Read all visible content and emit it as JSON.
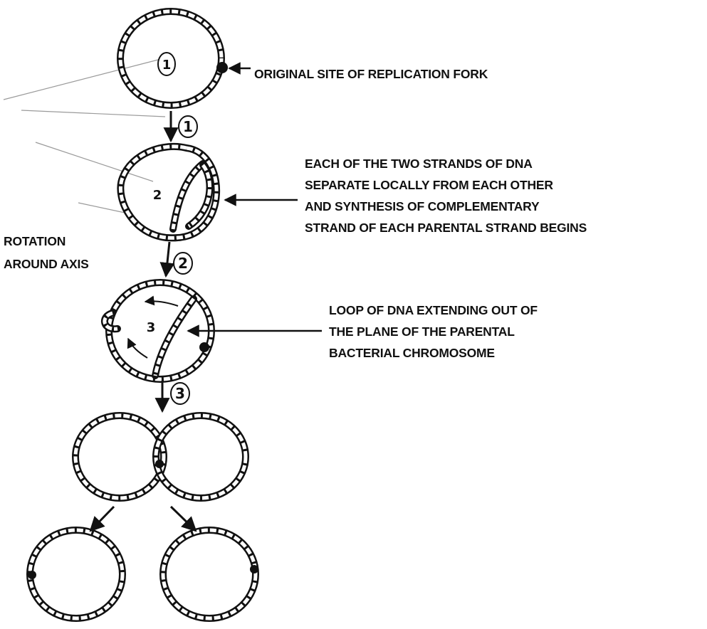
{
  "labels": {
    "origin": [
      "ORIGINAL SITE OF REPLICATION FORK"
    ],
    "separation": [
      "EACH OF THE TWO STRANDS OF DNA",
      "SEPARATE LOCALLY FROM EACH OTHER",
      "AND SYNTHESIS OF COMPLEMENTARY",
      "STRAND OF EACH PARENTAL STRAND BEGINS"
    ],
    "rotation": [
      "ROTATION",
      "AROUND AXIS"
    ],
    "loop": [
      "LOOP OF DNA EXTENDING OUT OF",
      "THE PLANE OF THE PARENTAL",
      "BACTERIAL CHROMOSOME"
    ]
  },
  "steps": {
    "circle1": "1",
    "arrow1": "1",
    "circle2": "2",
    "arrow2": "2",
    "circle3": "3",
    "arrow3": "3"
  },
  "colors": {
    "ink": "#111111",
    "paper": "#ffffff",
    "pencil": "#9a9a9a"
  }
}
